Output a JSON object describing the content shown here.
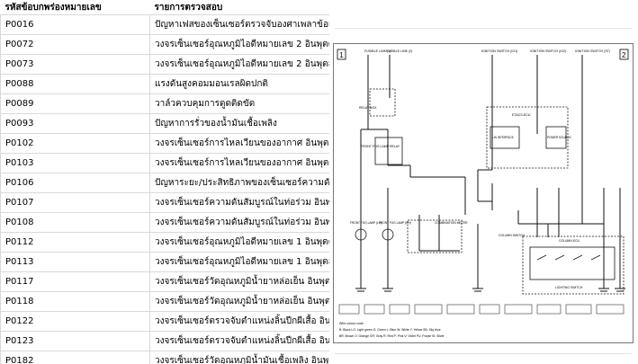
{
  "table": {
    "headers": [
      "รหัสข้อบกพร่องหมายเลข",
      "รายการตรวจสอบ"
    ],
    "rows": [
      {
        "code": "P0016",
        "desc": "ปัญหาเฟสของเซ็นเซอร์ตรวจจับองศาเพลาข้อเหวี่"
      },
      {
        "code": "P0072",
        "desc": "วงจรเซ็นเซอร์อุณหภูมิไอดีหมายเลข 2 อินพุตต่ำ"
      },
      {
        "code": "P0073",
        "desc": "วงจรเซ็นเซอร์อุณหภูมิไอดีหมายเลข 2 อินพุตสูง"
      },
      {
        "code": "P0088",
        "desc": "แรงดันสูงคอมมอนเรลผิดปกติ"
      },
      {
        "code": "P0089",
        "desc": "วาล์วควบคุมการดูดติดขัด"
      },
      {
        "code": "P0093",
        "desc": "ปัญหาการรั่วของน้ำมันเชื้อเพลิง"
      },
      {
        "code": "P0102",
        "desc": "วงจรเซ็นเซอร์การไหลเวียนของอากาศ อินพุตต่ำ"
      },
      {
        "code": "P0103",
        "desc": "วงจรเซ็นเซอร์การไหลเวียนของอากาศ อินพุตสูง"
      },
      {
        "code": "P0106",
        "desc": "ปัญหาระยะ/ประสิทธิภาพของเซ็นเซอร์ความดันสัม"
      },
      {
        "code": "P0107",
        "desc": "วงจรเซ็นเซอร์ความดันสัมบูรณ์ในท่อร่วม อินพุตต่ำ"
      },
      {
        "code": "P0108",
        "desc": "วงจรเซ็นเซอร์ความดันสัมบูรณ์ในท่อร่วม อินพุตสูง"
      },
      {
        "code": "P0112",
        "desc": "วงจรเซ็นเซอร์อุณหภูมิไอดีหมายเลข 1 อินพุตต่ำ"
      },
      {
        "code": "P0113",
        "desc": "วงจรเซ็นเซอร์อุณหภูมิไอดีหมายเลข 1 อินพุตสูง"
      },
      {
        "code": "P0117",
        "desc": "วงจรเซ็นเซอร์วัดอุณหภูมิน้ำยาหล่อเย็น อินพุตต่ำ"
      },
      {
        "code": "P0118",
        "desc": "วงจรเซ็นเซอร์วัดอุณหภูมิน้ำยาหล่อเย็น อินพุตสูง"
      },
      {
        "code": "P0122",
        "desc": "วงจรเซ็นเซอร์ตรวจจับตำแหน่งลิ้นปีกผีเสื้อ อินพุตต่ำ"
      },
      {
        "code": "P0123",
        "desc": "วงจรเซ็นเซอร์ตรวจจับตำแหน่งลิ้นปีกผีเสื้อ อินพุตสูง"
      },
      {
        "code": "P0182",
        "desc": "วงจรเซ็นเซอร์วัดอุณหภูมิน้ำมันเชื้อเพลิง อินพุตต่ำ"
      }
    ]
  },
  "diagram": {
    "page_markers": [
      "1",
      "2"
    ],
    "labels": {
      "fusible_a": "FUSIBLE LINK (1)",
      "fusible_b": "FUSIBLE LINK (2)",
      "ign_a": "IGNITION SWITCH (IG1)",
      "ign_b": "IGNITION SWITCH (IG2)",
      "ign_c": "IGNITION SWITCH (ST)",
      "relay_box": "RELAY BOX",
      "front_fog_relay": "FRONT FOG LAMP RELAY",
      "etacs": "ETACS-ECU",
      "lin": "LIN INTERFACE",
      "power": "POWER SOURCE",
      "front_fog_lh": "FRONT FOG LAMP (LH)",
      "front_fog_rh": "FRONT FOG LAMP (RH)",
      "combination_meter": "COMBINATION METER",
      "column_switch": "COLUMN SWITCH",
      "column_ecu": "COLUMN-ECU",
      "lighting_switch": "LIGHTING SWITCH",
      "wire_color_title": "Wire colour code",
      "wire_colors_1": "B: Black  LG: Light green  G: Green  L: Blue  W: White  Y: Yellow  SB: Sky blue",
      "wire_colors_2": "BR: Brown  O: Orange  GR: Gray  R: Red  P: Pink  V: Violet  PU: Purple  SI: Silver"
    }
  }
}
